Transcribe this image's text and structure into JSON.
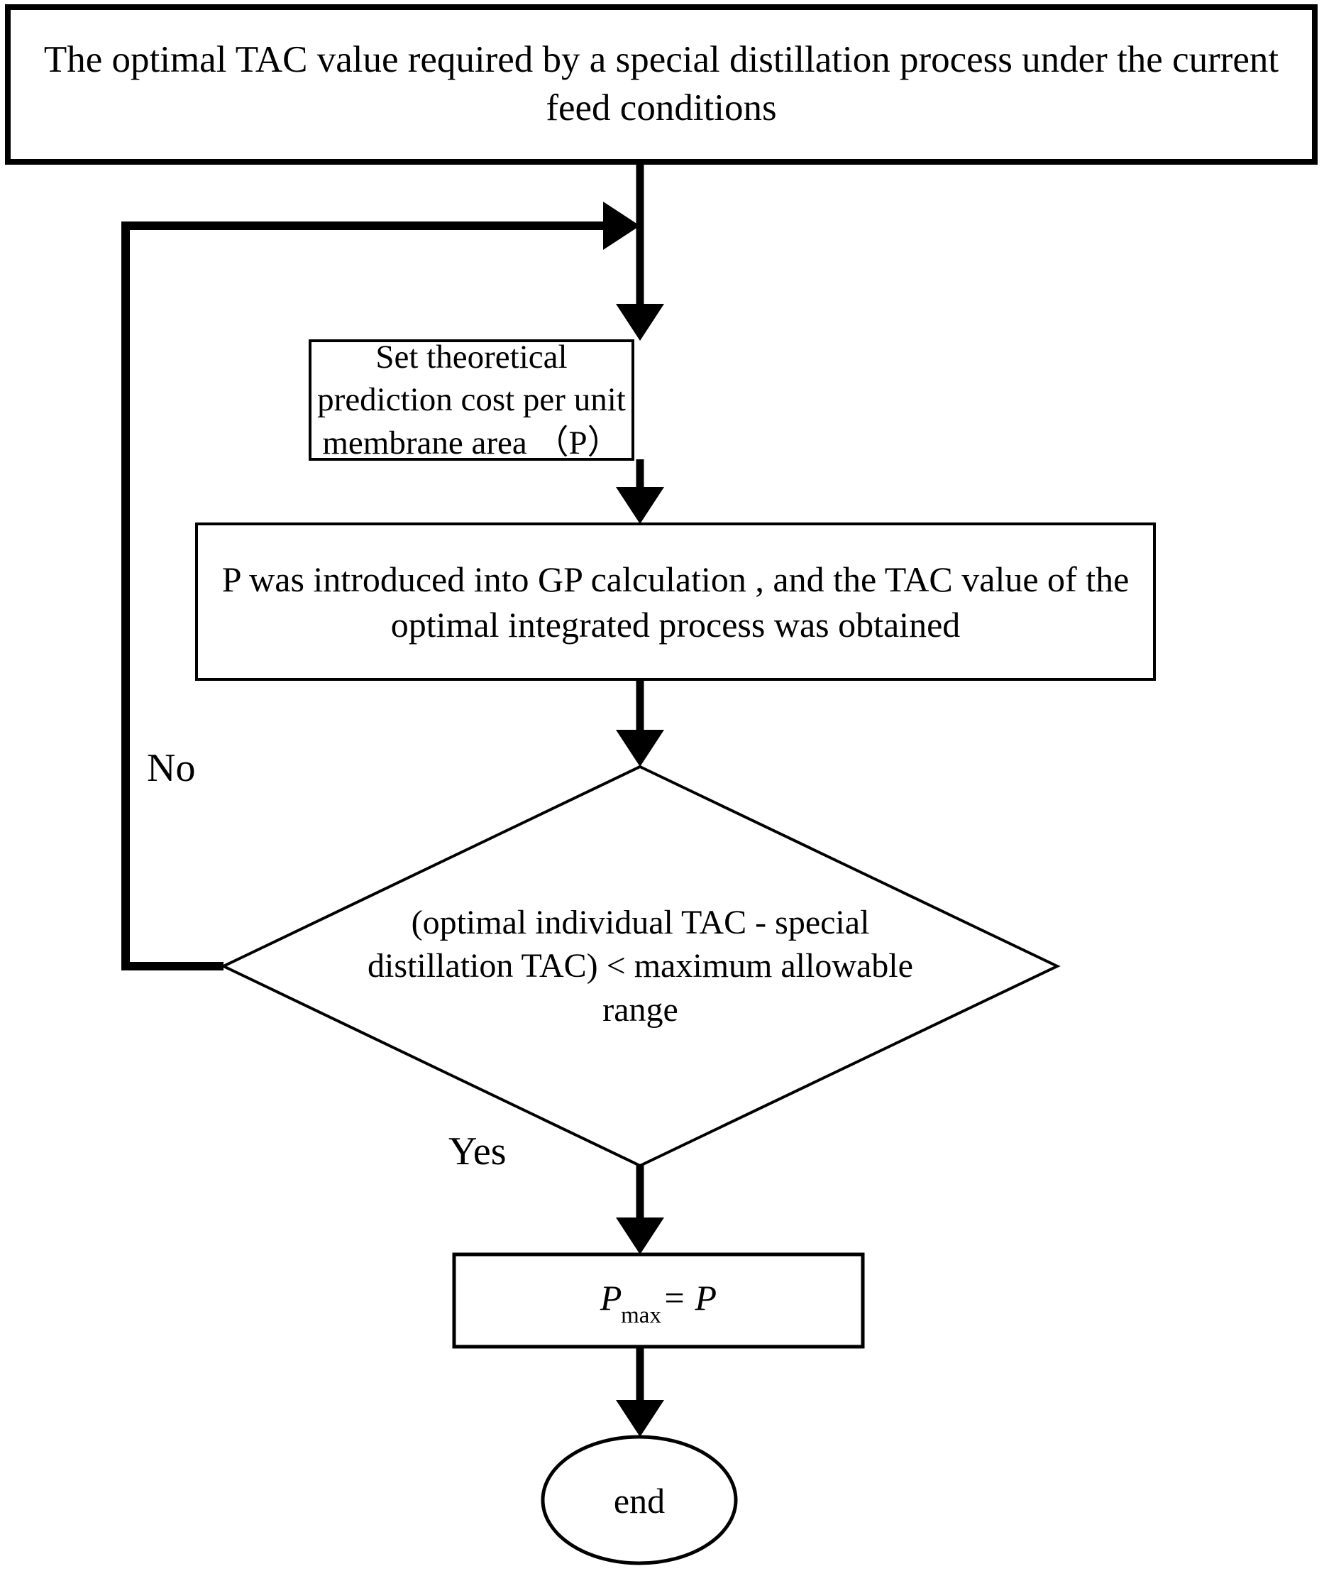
{
  "diagram": {
    "type": "flowchart",
    "title_node": {
      "shape": "rectangle",
      "text": "The optimal TAC value required by a special distillation process under the current feed conditions"
    },
    "nodes": [
      {
        "id": "start",
        "shape": "rectangle",
        "text": "The optimal TAC value required by a special distillation process under the current feed conditions"
      },
      {
        "id": "set-p",
        "shape": "rectangle",
        "text": "Set theoretical prediction cost per unit membrane area （P）"
      },
      {
        "id": "gp-calc",
        "shape": "rectangle",
        "text": "P was introduced into GP calculation , and the TAC value of the optimal integrated process was obtained"
      },
      {
        "id": "decision",
        "shape": "diamond",
        "text": "(optimal individual TAC - special distillation TAC) < maximum allowable range"
      },
      {
        "id": "pmax",
        "shape": "rectangle",
        "text": "Pmax= P",
        "formula_main": "P",
        "formula_sub": "max",
        "formula_tail": "= P"
      },
      {
        "id": "end",
        "shape": "ellipse",
        "text": "end"
      }
    ],
    "edges": [
      {
        "from": "start",
        "to": "set-p",
        "label": ""
      },
      {
        "from": "set-p",
        "to": "gp-calc",
        "label": ""
      },
      {
        "from": "gp-calc",
        "to": "decision",
        "label": ""
      },
      {
        "from": "decision",
        "to": "pmax",
        "label": "Yes"
      },
      {
        "from": "decision",
        "to": "set-p",
        "label": "No"
      },
      {
        "from": "pmax",
        "to": "end",
        "label": ""
      }
    ],
    "labels": {
      "no": "No",
      "yes": "Yes"
    },
    "colors": {
      "stroke": "#000000",
      "fill": "#ffffff",
      "text": "#000000"
    }
  }
}
